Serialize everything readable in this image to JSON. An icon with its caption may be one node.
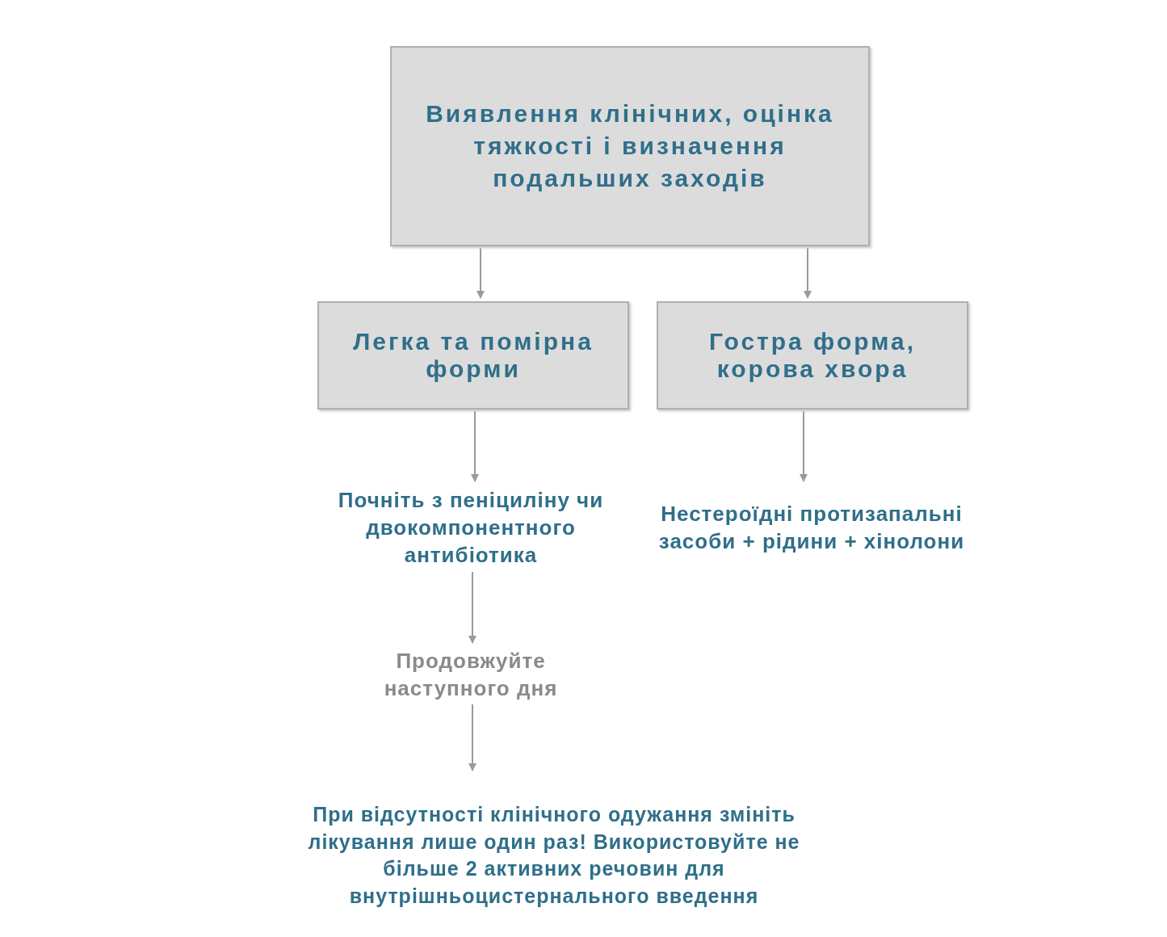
{
  "diagram": {
    "nodes": [
      {
        "text": [
          "Виявлення клінічних, оцінка тяжкості і визначення подальших заходів"
        ]
      },
      {
        "text": [
          "Легка та помірна форми"
        ]
      },
      {
        "text": [
          "Гостра форма, корова хвора"
        ]
      },
      {
        "text": [
          "Почніть з пеніциліну чи двокомпонентного антибіотика"
        ]
      },
      {
        "text": [
          "Нестероїдні протизапальні засоби + рідини + хінолони"
        ]
      },
      {
        "text": [
          "Продовжуйте наступного дня"
        ]
      },
      {
        "text": [
          "При відсутності клінічного одужання змініть лікування лише один раз! Використовуйте не більше 2 активних речовин для внутрішньоцистернального введення"
        ]
      }
    ],
    "edges": [
      {
        "from": 0,
        "to": 1,
        "arrow": "to"
      },
      {
        "from": 0,
        "to": 2,
        "arrow": "to"
      },
      {
        "from": 1,
        "to": 3,
        "arrow": "to"
      },
      {
        "from": 2,
        "to": 4,
        "arrow": "to"
      },
      {
        "from": 3,
        "to": 5,
        "arrow": "to"
      },
      {
        "from": 5,
        "to": 6,
        "arrow": "to"
      }
    ]
  }
}
